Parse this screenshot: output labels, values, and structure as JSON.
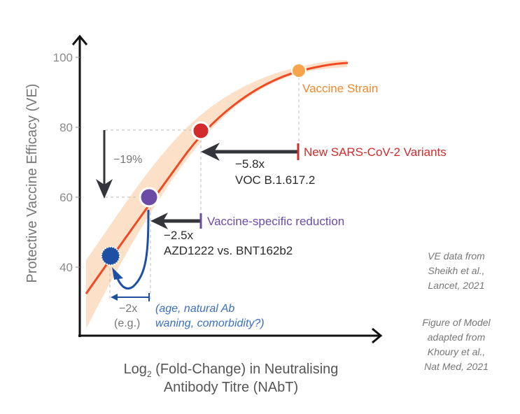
{
  "chart_data": {
    "type": "line",
    "title": "",
    "ylabel": "Protective Vaccine Efficacy (VE)",
    "xlabel_main": "Log",
    "xlabel_sub": "2",
    "xlabel_rest": " (Fold-Change) in Neutralising",
    "xlabel_line2": "Antibody Titre (NAbT)",
    "ylim": [
      20,
      105
    ],
    "yticks": [
      100,
      80,
      60,
      40
    ],
    "curve": "logistic dose-response curve of VE vs log2 NAbT with shaded confidence band",
    "points": [
      {
        "name": "vaccine-strain",
        "label": "Vaccine Strain",
        "ve": 96,
        "color": "#f7a44a"
      },
      {
        "name": "new-variants",
        "label": "New SARS-CoV-2 Variants",
        "ve": 79,
        "color": "#d12b2b"
      },
      {
        "name": "vaccine-specific",
        "label": "Vaccine-specific reduction",
        "ve": 60,
        "color": "#6c4ba6"
      },
      {
        "name": "example-reduction",
        "label": "",
        "ve": 43,
        "color": "#1e4fa3"
      }
    ],
    "colors": {
      "curve": "#f04a25",
      "band": "#fde0c8",
      "arrow": "#33353b",
      "vaccine_strain": "#f08a2c",
      "variants": "#d12b2b",
      "vaccine_specific": "#6c4ba6",
      "blue": "#1e4fa3"
    }
  },
  "annotations": {
    "vaccine_strain": "Vaccine Strain",
    "variants": "New SARS-CoV-2 Variants",
    "variants_fold": "−5.8x",
    "variants_name": "VOC B.1.617.2",
    "vaccine_specific": "Vaccine-specific reduction",
    "vs_fold": "−2.5x",
    "vs_name": "AZD1222 vs. BNT162b2",
    "drop_pct": "−19%",
    "eg_fold": "−2x",
    "eg_label": "(e.g.)",
    "eg_reason_1": "(age, natural Ab",
    "eg_reason_2": "waning, comorbidity?)"
  },
  "citations": {
    "ve_data": [
      "VE data from",
      "Sheikh et al.,",
      "Lancet, 2021"
    ],
    "model": [
      "Figure of Model",
      "adapted from",
      "Khoury et al.,",
      "Nat Med, 2021"
    ]
  }
}
